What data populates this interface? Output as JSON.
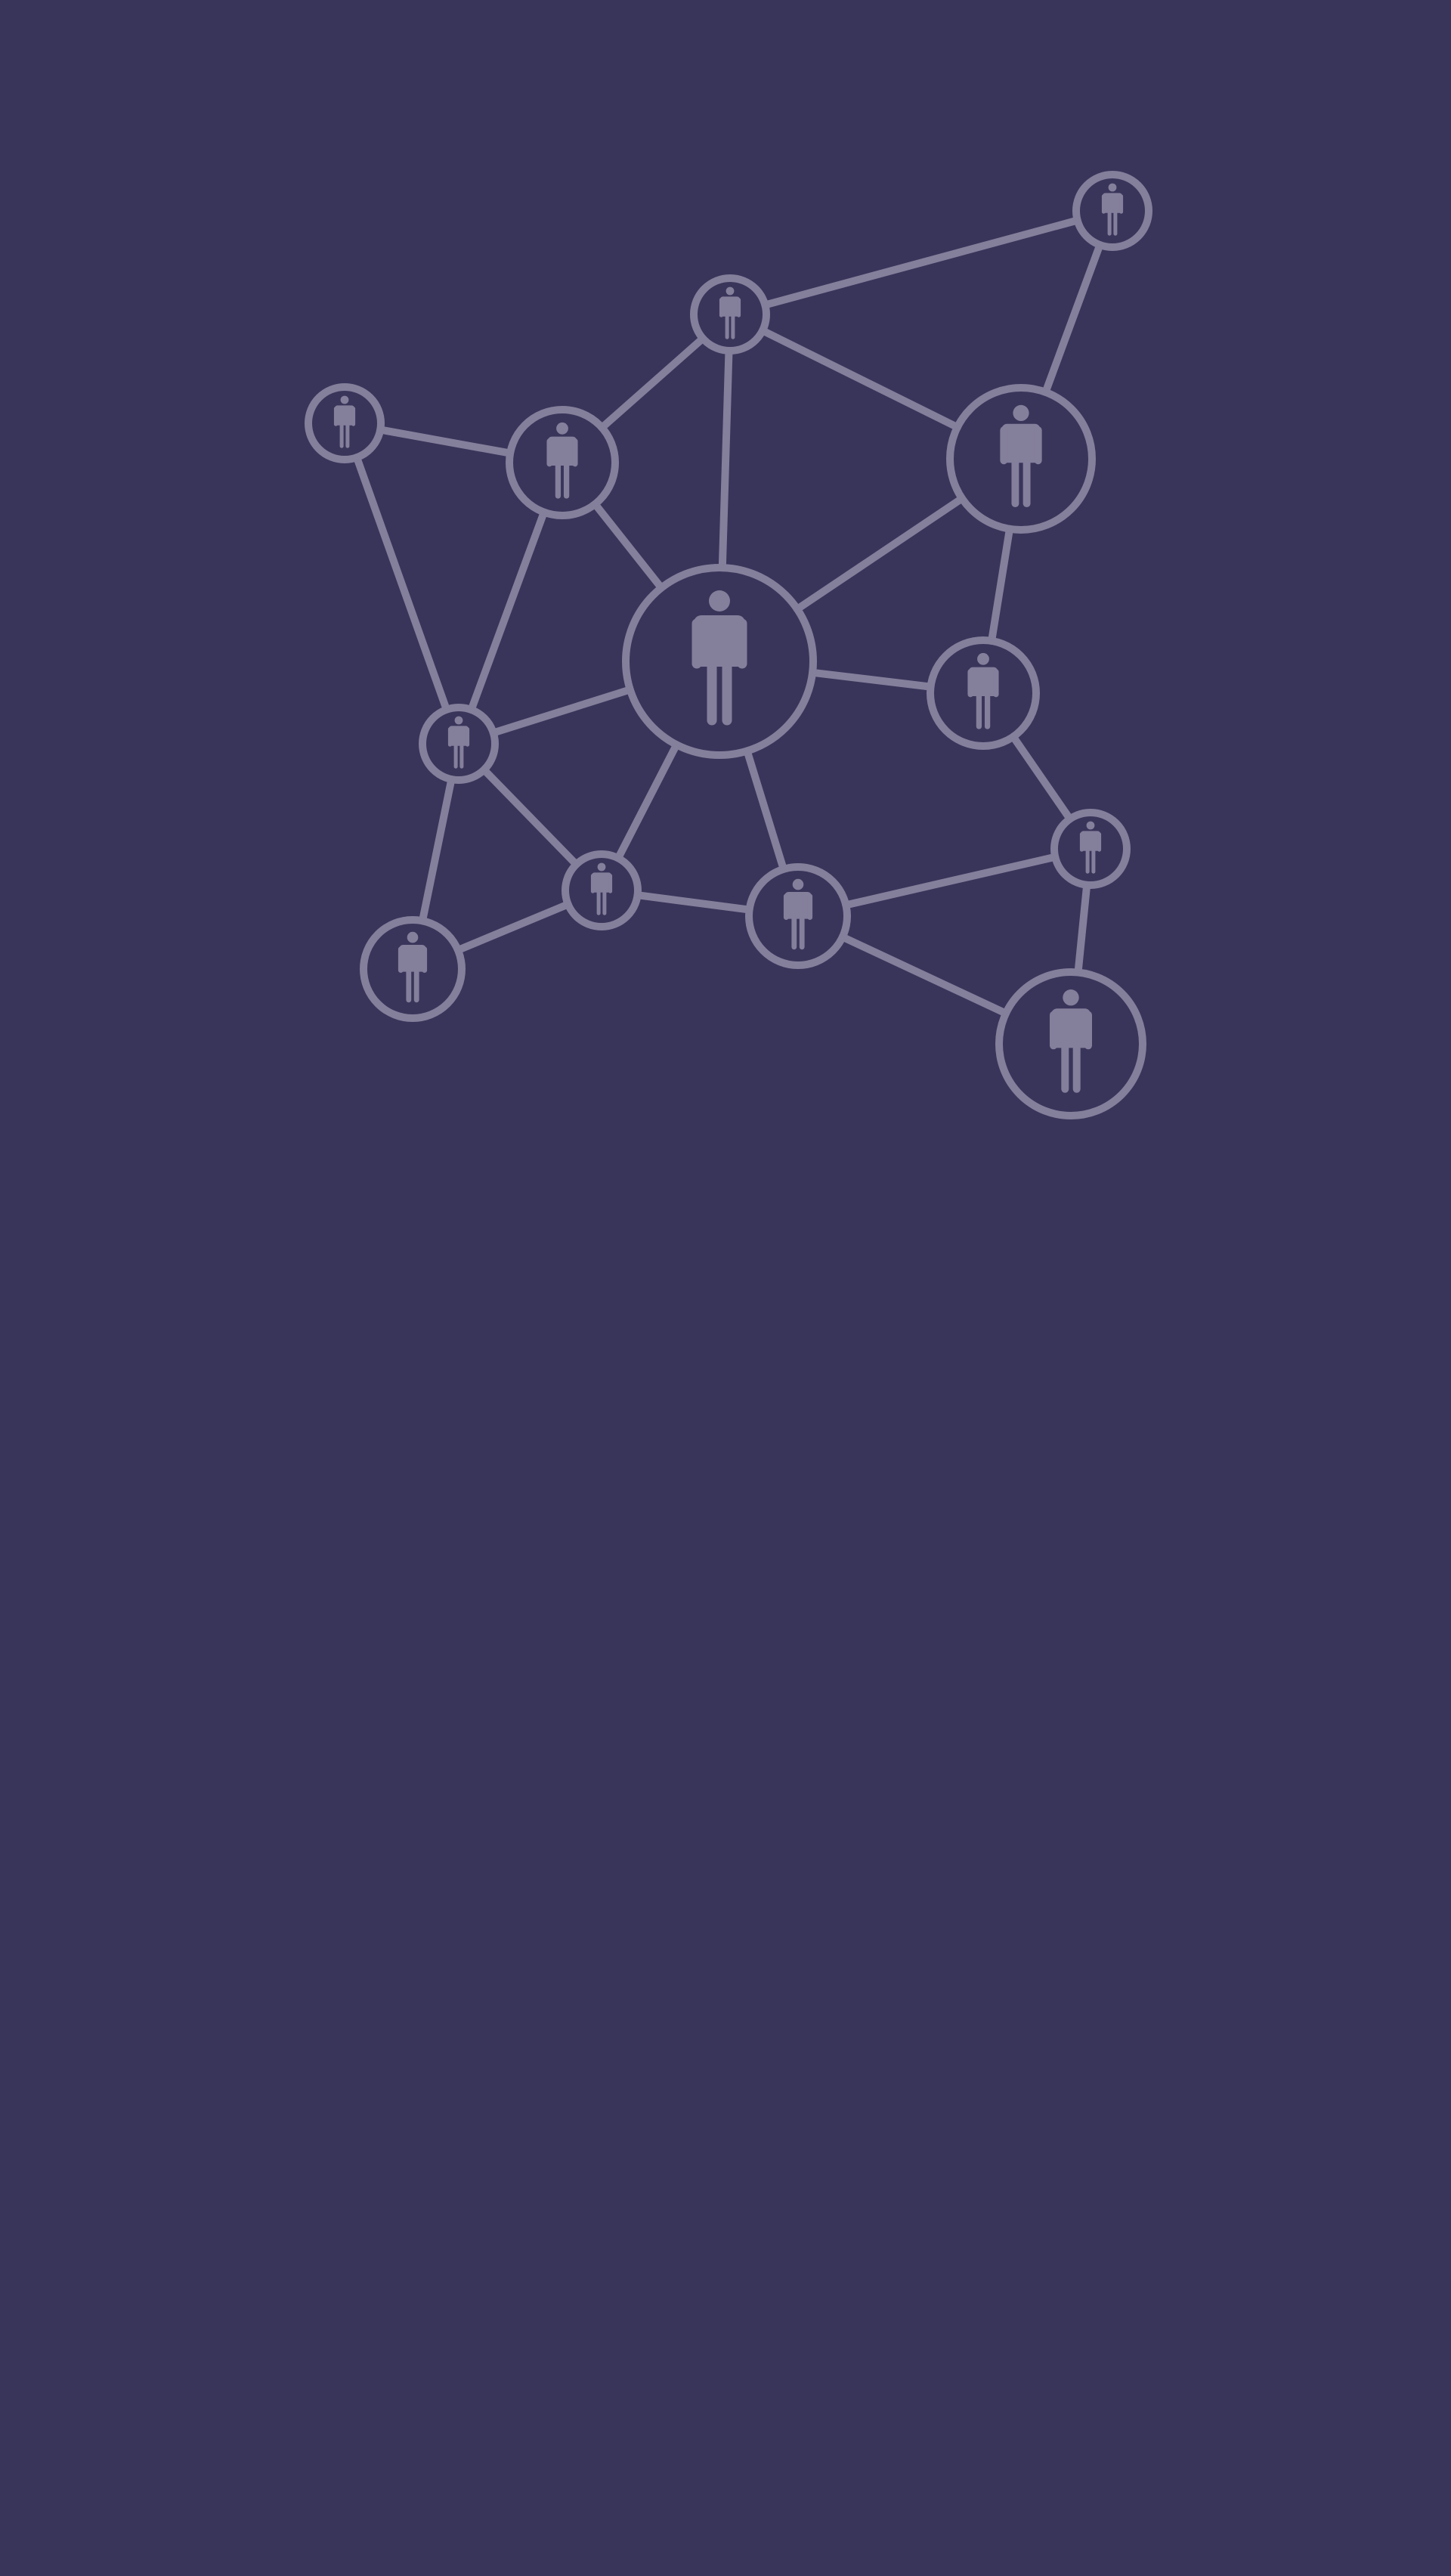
{
  "colors": {
    "background": "#39355a",
    "network": "#847f9b"
  },
  "nodes": [
    {
      "id": "n1",
      "icon": "person-icon"
    },
    {
      "id": "n2",
      "icon": "person-icon"
    },
    {
      "id": "n3",
      "icon": "person-icon"
    },
    {
      "id": "n4",
      "icon": "person-icon"
    },
    {
      "id": "n5",
      "icon": "person-icon"
    },
    {
      "id": "n6",
      "icon": "person-icon"
    },
    {
      "id": "n7",
      "icon": "person-icon"
    },
    {
      "id": "n8",
      "icon": "person-icon"
    },
    {
      "id": "n9",
      "icon": "person-icon"
    },
    {
      "id": "n10",
      "icon": "person-icon"
    },
    {
      "id": "n11",
      "icon": "person-icon"
    },
    {
      "id": "n12",
      "icon": "person-icon"
    },
    {
      "id": "n13",
      "icon": "person-icon"
    },
    {
      "id": "n14",
      "icon": "person-icon"
    }
  ],
  "edges": [
    [
      "n1",
      "n2"
    ],
    [
      "n1",
      "n3"
    ],
    [
      "n2",
      "n4"
    ],
    [
      "n2",
      "n3"
    ],
    [
      "n2",
      "n6"
    ],
    [
      "n3",
      "n6"
    ],
    [
      "n3",
      "n7"
    ],
    [
      "n4",
      "n5"
    ],
    [
      "n4",
      "n6"
    ],
    [
      "n4",
      "n8"
    ],
    [
      "n5",
      "n8"
    ],
    [
      "n6",
      "n7"
    ],
    [
      "n6",
      "n9"
    ],
    [
      "n6",
      "n8"
    ],
    [
      "n6",
      "n10"
    ],
    [
      "n6",
      "n11"
    ],
    [
      "n7",
      "n9"
    ],
    [
      "n8",
      "n10"
    ],
    [
      "n8",
      "n12"
    ],
    [
      "n9",
      "n13"
    ],
    [
      "n10",
      "n11"
    ],
    [
      "n10",
      "n12"
    ],
    [
      "n11",
      "n13"
    ],
    [
      "n11",
      "n14"
    ],
    [
      "n13",
      "n14"
    ]
  ]
}
